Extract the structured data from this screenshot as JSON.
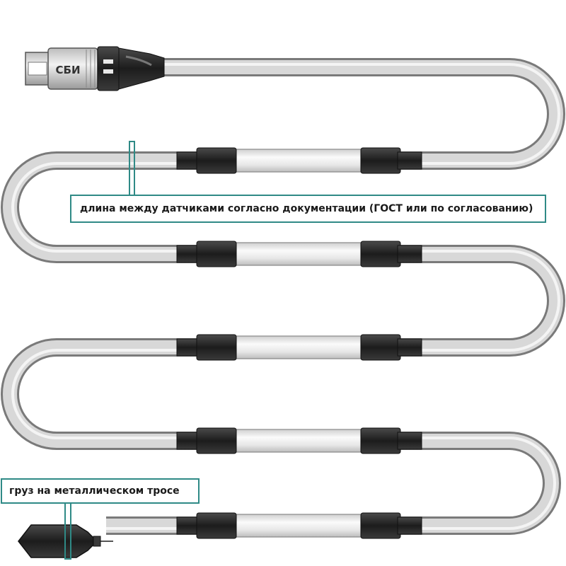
{
  "connector": {
    "label": "СБИ"
  },
  "callouts": {
    "sensor_spacing": "длина между датчиками согласно документации (ГОСТ или по согласованию)",
    "weight": "груз на металлическом тросе"
  },
  "colors": {
    "cable_outline": "#7a7a7a",
    "cable_fill": "#d8d8d8",
    "cable_highlight": "#f4f4f4",
    "sensor_cap": "#2b2b2b",
    "sensor_sleeve": "#e8e8e8",
    "callout_border": "#2f8a86"
  },
  "sensors": {
    "count": 5
  }
}
